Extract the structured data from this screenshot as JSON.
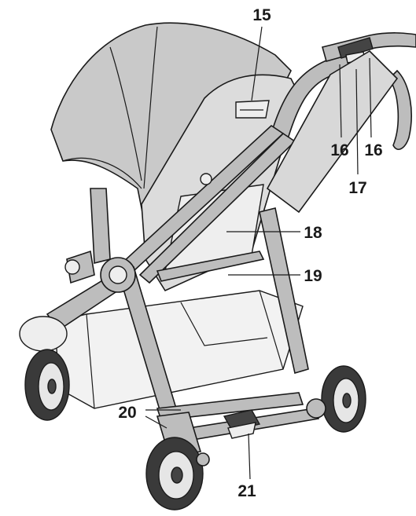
{
  "callouts": [
    {
      "id": "15",
      "label": "15"
    },
    {
      "id": "16a",
      "label": "16"
    },
    {
      "id": "16b",
      "label": "16"
    },
    {
      "id": "17",
      "label": "17"
    },
    {
      "id": "18",
      "label": "18"
    },
    {
      "id": "19",
      "label": "19"
    },
    {
      "id": "20",
      "label": "20"
    },
    {
      "id": "21",
      "label": "21"
    }
  ]
}
